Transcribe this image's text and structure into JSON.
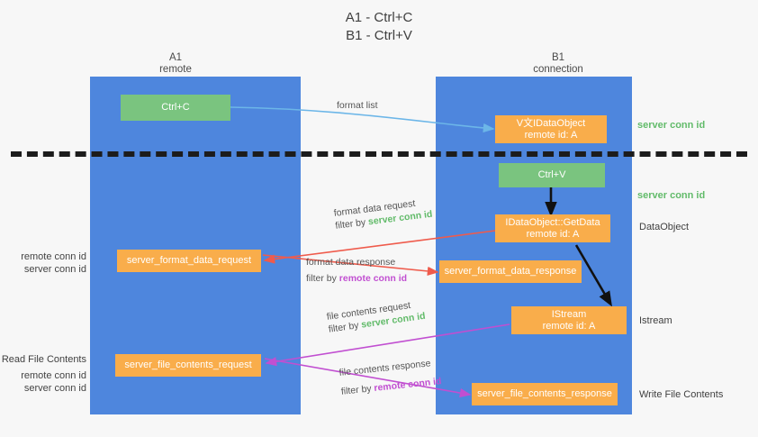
{
  "title": {
    "line1": "A1 - Ctrl+C",
    "line2": "B1 - Ctrl+V"
  },
  "columns": [
    {
      "name": "A1",
      "sub": "remote"
    },
    {
      "name": "B1",
      "sub": "connection"
    }
  ],
  "nodes": {
    "ctrl_c": {
      "label": "Ctrl+C",
      "color": "#7ac47f"
    },
    "ctrl_v": {
      "label": "Ctrl+V",
      "color": "#7ac47f"
    },
    "idataobject": {
      "line1": "V文IDataObject",
      "line2": "remote id: A",
      "color": "#f9ad4b"
    },
    "getdata": {
      "line1": "IDataObject::GetData",
      "line2": "remote id: A",
      "color": "#f9ad4b"
    },
    "istream": {
      "line1": "IStream",
      "line2": "remote id: A",
      "color": "#f9ad4b"
    },
    "format_data_request": {
      "label": "server_format_data_request",
      "color": "#f9ad4b"
    },
    "format_data_response": {
      "label": "server_format_data_response",
      "color": "#f9ad4b"
    },
    "file_contents_request": {
      "label": "server_file_contents_request",
      "color": "#f9ad4b"
    },
    "file_contents_response": {
      "label": "server_file_contents_response",
      "color": "#f9ad4b"
    }
  },
  "edges": {
    "format_list": {
      "label": "format list"
    },
    "format_data_request": {
      "line1": "format data request",
      "filter_prefix": "filter by ",
      "filter_value": "server conn id"
    },
    "format_data_response": {
      "line1": "format data response",
      "filter_prefix": "filter by ",
      "filter_value": "remote conn id"
    },
    "file_contents_request": {
      "line1": "file contents request",
      "filter_prefix": "filter by ",
      "filter_value": "server conn id"
    },
    "file_contents_response": {
      "line1": "file contents response",
      "filter_prefix": "filter by ",
      "filter_value": "remote conn id"
    }
  },
  "annotations": {
    "right_server_conn_top": "server conn id",
    "right_server_conn_mid": "server conn id",
    "right_dataobject": "DataObject",
    "right_istream": "Istream",
    "right_write_file": "Write File Contents",
    "left_remote_conn_1": "remote conn id",
    "left_server_conn_1": "server conn id",
    "left_read_file": "Read File Contents",
    "left_remote_conn_2": "remote conn id",
    "left_server_conn_2": "server conn id"
  },
  "colors": {
    "lane": "#4e86dd",
    "green_node": "#7ac47f",
    "orange_node": "#f9ad4b",
    "blue_arrow": "#6cb6e8",
    "red_arrow": "#ef5b4c",
    "magenta_arrow": "#c14fd1",
    "black_arrow": "#111111",
    "background": "#f7f7f7"
  }
}
